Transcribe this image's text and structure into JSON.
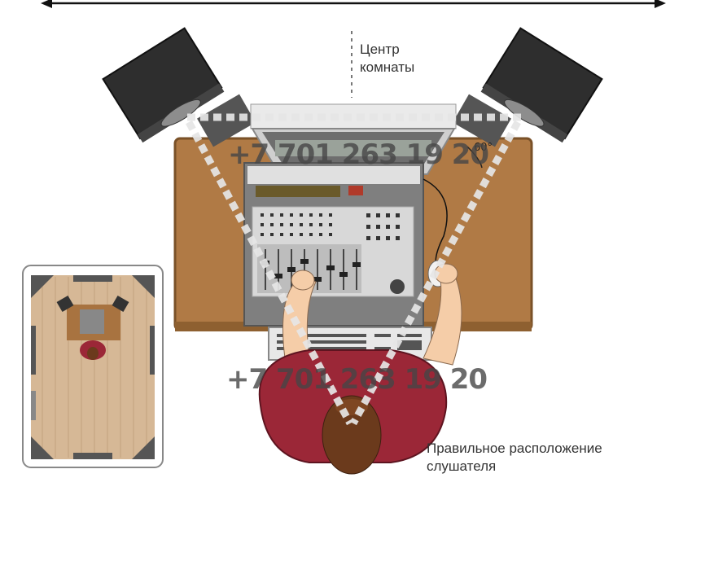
{
  "labels": {
    "center_line1": "Центр",
    "center_line2": "комнаты",
    "listener_line1": "Правильное расположение",
    "listener_line2": "слушателя",
    "angle": "60°"
  },
  "watermark": {
    "top": "+7 701 263 19 20",
    "bottom": "+7 701 263 19 20"
  },
  "icons": [
    "width-arrow-icon",
    "speaker-left-icon",
    "speaker-right-icon",
    "monitor-icon",
    "mixer-console-icon",
    "keyboard-icon",
    "mouse-icon",
    "listener-icon",
    "room-plan-thumbnail"
  ],
  "colors": {
    "desk": "#b07a45",
    "speaker": "#2e2e2e",
    "shirt": "#9b2737",
    "hair": "#6b3a1c",
    "skin": "#f5cda8",
    "floor": "#d6b896"
  }
}
